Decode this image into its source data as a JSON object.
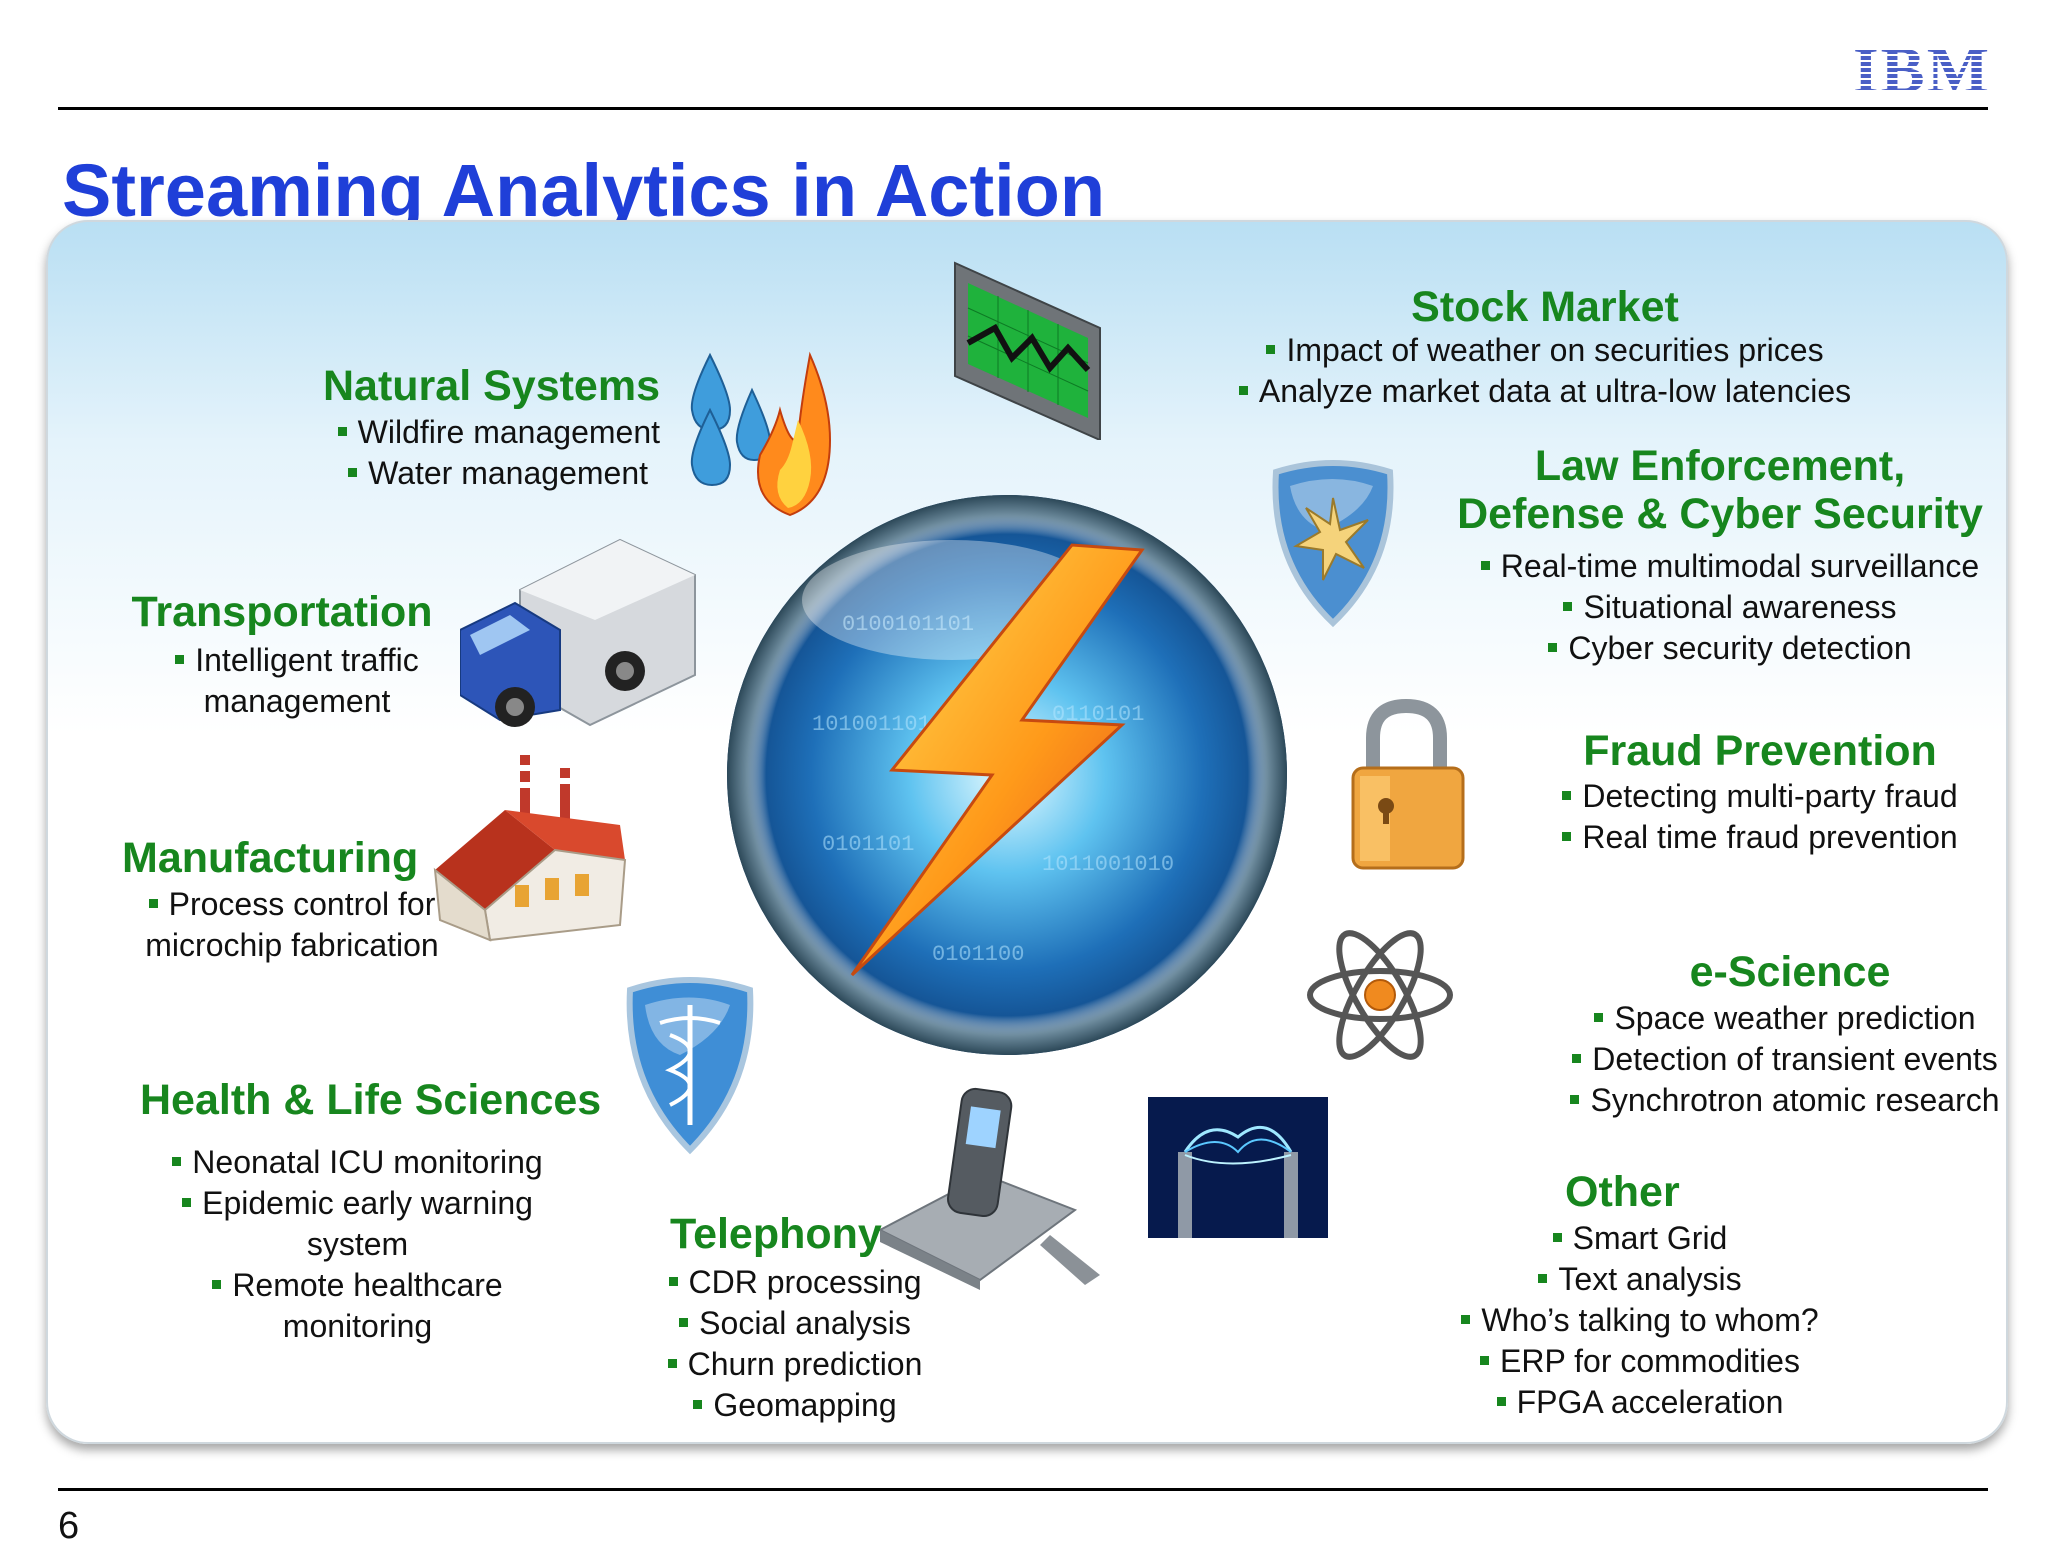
{
  "header": {
    "logo_text": "IBM",
    "title": "Streaming Analytics in Action"
  },
  "footer": {
    "page_number": "6"
  },
  "categories": [
    {
      "key": "natural",
      "title": "Natural Systems",
      "items": [
        "Wildfire management",
        "Water management"
      ]
    },
    {
      "key": "transport",
      "title": "Transportation",
      "items": [
        "Intelligent traffic",
        "management"
      ]
    },
    {
      "key": "manufacturing",
      "title": "Manufacturing",
      "items": [
        "Process control for",
        "microchip fabrication"
      ]
    },
    {
      "key": "health",
      "title": "Health & Life Sciences",
      "items": [
        "Neonatal ICU monitoring",
        "Epidemic early warning",
        "system",
        "Remote healthcare",
        "monitoring"
      ]
    },
    {
      "key": "telephony",
      "title": "Telephony",
      "items": [
        "CDR processing",
        "Social analysis",
        "Churn prediction",
        "Geomapping"
      ]
    },
    {
      "key": "stock",
      "title": "Stock Market",
      "items": [
        "Impact of weather on securities prices",
        "Analyze market data at ultra-low latencies"
      ]
    },
    {
      "key": "law",
      "title_lines": [
        "Law Enforcement,",
        "Defense & Cyber Security"
      ],
      "items": [
        "Real-time multimodal surveillance",
        "Situational awareness",
        "Cyber security detection"
      ]
    },
    {
      "key": "fraud",
      "title": "Fraud Prevention",
      "items": [
        "Detecting multi-party fraud",
        "Real time fraud prevention"
      ]
    },
    {
      "key": "escience",
      "title": "e-Science",
      "items": [
        "Space weather prediction",
        "Detection of transient events",
        "Synchrotron atomic research"
      ]
    },
    {
      "key": "other",
      "title": "Other",
      "items": [
        "Smart Grid",
        "Text analysis",
        "Who’s talking to whom?",
        "ERP for commodities",
        "FPGA acceleration"
      ]
    }
  ],
  "colors": {
    "title_blue": "#1f3fd8",
    "category_green": "#17861e",
    "logo_blue": "#4a5fc6"
  },
  "icons": [
    "water-fire-icon",
    "stock-chart-icon",
    "truck-icon",
    "shield-star-icon",
    "factory-icon",
    "padlock-icon",
    "shield-caduceus-icon",
    "atom-icon",
    "phone-icon",
    "electric-arc-icon",
    "lightning-globe-icon"
  ]
}
